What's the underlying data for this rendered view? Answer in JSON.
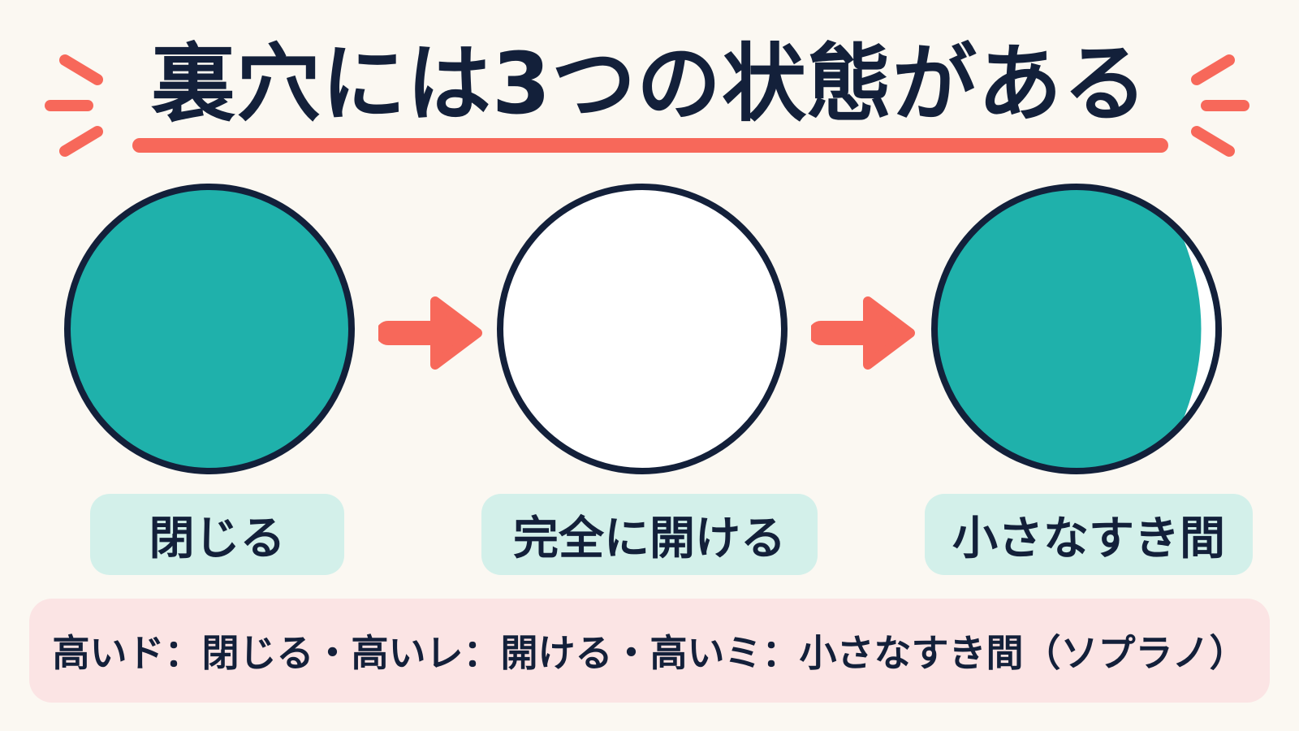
{
  "title": "裏穴には3つの状態がある",
  "colors": {
    "background": "#fbf8f2",
    "accent": "#f7685a",
    "teal": "#1fb1ab",
    "outline": "#13203a",
    "label_bg": "#d3f0ea",
    "note_bg": "#fbe4e4",
    "open_fill": "#ffffff"
  },
  "states": [
    {
      "label": "閉じる",
      "fill": "full"
    },
    {
      "label": "完全に開ける",
      "fill": "empty"
    },
    {
      "label": "小さなすき間",
      "fill": "crescent"
    }
  ],
  "note": "高いド：閉じる・高いレ：開ける・高いミ：小さなすき間（ソプラノ）"
}
